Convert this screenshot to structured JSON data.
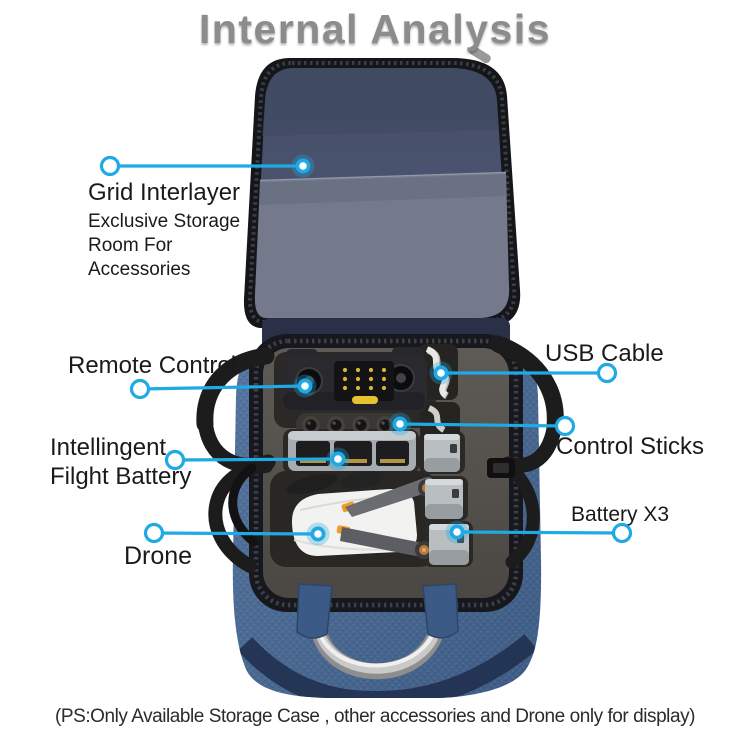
{
  "title": "Internal Analysis",
  "callouts": {
    "grid_interlayer": {
      "label": "Grid Interlayer",
      "desc_lines": [
        "Exclusive Storage",
        "Room For",
        "Accessories"
      ]
    },
    "remote_control": {
      "label": "Remote Control"
    },
    "usb_cable": {
      "label": "USB Cable"
    },
    "intelligent_flight_battery": {
      "lines": [
        "Intellingent",
        "Filght Battery"
      ]
    },
    "control_sticks": {
      "label": "Control Sticks"
    },
    "battery_x3": {
      "label": "Battery X3"
    },
    "drone": {
      "label": "Drone"
    }
  },
  "footnote": "(PS:Only Available Storage Case , other accessories and Drone only for display)",
  "colors": {
    "accent": "#1fa9e5",
    "title_gray": "#8c8c8c",
    "label_black": "#1a1a1a",
    "denim_blue": "#4a6a96",
    "foam_gray": "#55514c",
    "lid_lining": "#4a5370",
    "mesh_pocket": "#747a8c"
  }
}
